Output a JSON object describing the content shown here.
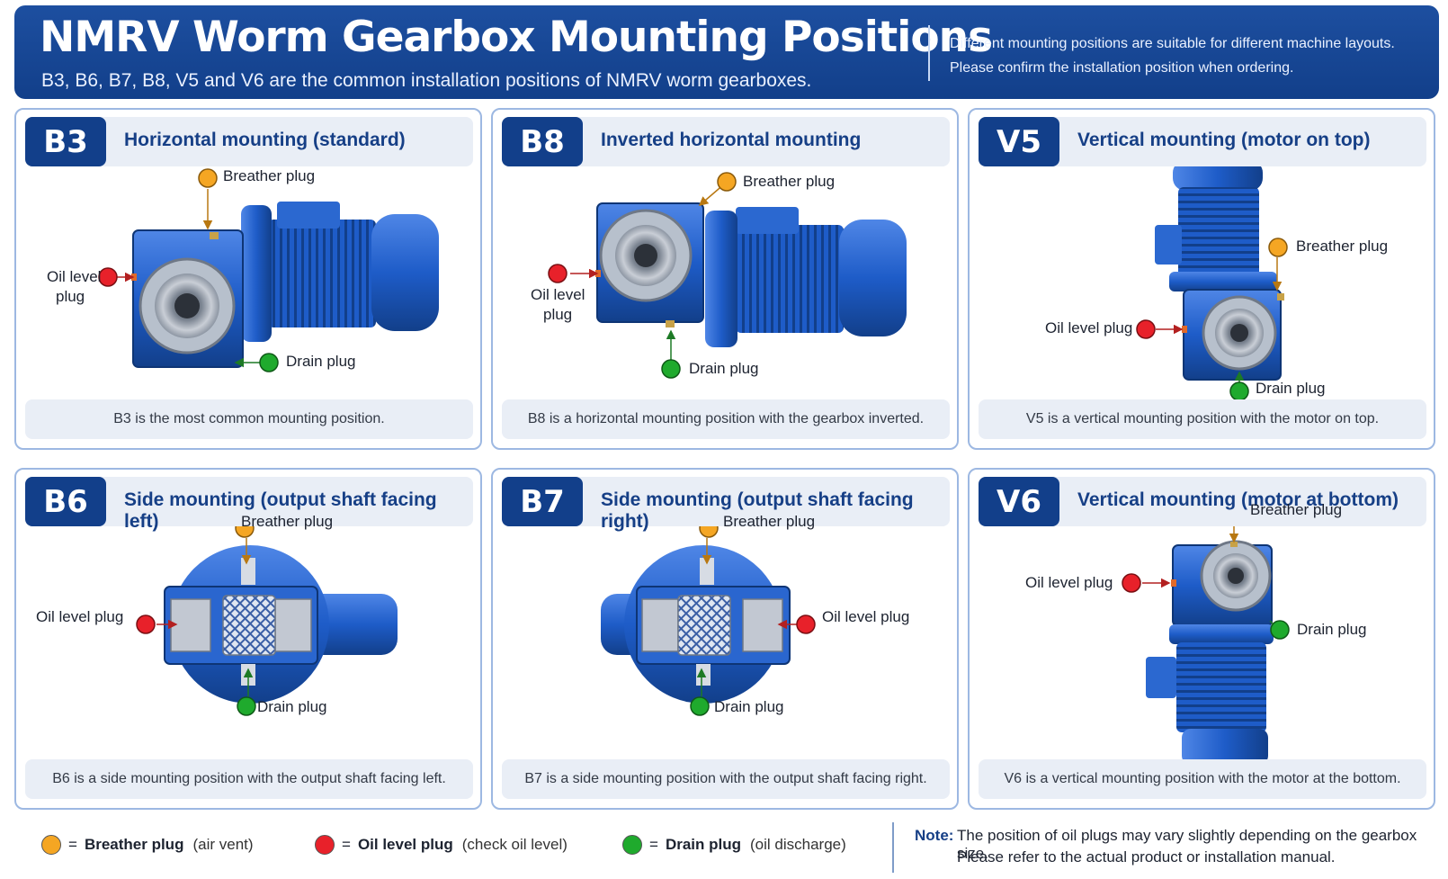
{
  "header": {
    "title": "NMRV Worm Gearbox Mounting Positions",
    "subtitle": "B3, B6, B7, B8, V5 and V6 are the common installation positions of NMRV worm gearboxes.",
    "note_line1": "Different mounting positions are suitable for different machine layouts.",
    "note_line2": "Please confirm the installation position when ordering."
  },
  "positions": [
    {
      "code": "B3",
      "title": "Horizontal mounting (standard)",
      "caption": "B3 is the most common mounting position.",
      "labels": {
        "breather": "Breather plug",
        "oil_line1": "Oil level",
        "oil_line2": "plug",
        "drain": "Drain plug"
      }
    },
    {
      "code": "B8",
      "title": "Inverted horizontal mounting",
      "caption": "B8 is a horizontal mounting position with the gearbox inverted.",
      "labels": {
        "breather": "Breather plug",
        "oil_line1": "Oil level",
        "oil_line2": "plug",
        "drain": "Drain plug"
      }
    },
    {
      "code": "V5",
      "title": "Vertical mounting (motor on top)",
      "caption": "V5 is a vertical mounting position with the motor on top.",
      "labels": {
        "breather": "Breather plug",
        "oil": "Oil level plug",
        "drain": "Drain plug"
      }
    },
    {
      "code": "B6",
      "title": "Side mounting (output shaft facing left)",
      "caption": "B6 is a side mounting position with the output shaft facing left.",
      "labels": {
        "breather": "Breather plug",
        "oil": "Oil level plug",
        "drain": "Drain plug"
      }
    },
    {
      "code": "B7",
      "title": "Side mounting (output shaft facing right)",
      "caption": "B7 is a side mounting position with the output shaft facing right.",
      "labels": {
        "breather": "Breather plug",
        "oil": "Oil level plug",
        "drain": "Drain plug"
      }
    },
    {
      "code": "V6",
      "title": "Vertical mounting (motor at bottom)",
      "caption": "V6 is a vertical mounting position with the motor at the bottom.",
      "labels": {
        "breather": "Breather plug",
        "oil": "Oil level plug",
        "drain": "Drain plug"
      }
    }
  ],
  "legend": [
    {
      "color": "#f5a623",
      "eq": "=",
      "name": "Breather plug",
      "desc": "(air vent)"
    },
    {
      "color": "#e8212a",
      "eq": "=",
      "name": "Oil level plug",
      "desc": "(check oil level)"
    },
    {
      "color": "#1faa2d",
      "eq": "=",
      "name": "Drain plug",
      "desc": "(oil discharge)"
    }
  ],
  "footnote": {
    "label": "Note:",
    "line1": "The position of oil plugs may vary slightly depending on the gearbox size.",
    "line2": "Please refer to the actual product or installation manual."
  },
  "colors": {
    "brand_blue": "#123f8a",
    "motor_blue": "#1e5cc8",
    "breather": "#f5a623",
    "oil_level": "#e8212a",
    "drain": "#1faa2d"
  }
}
